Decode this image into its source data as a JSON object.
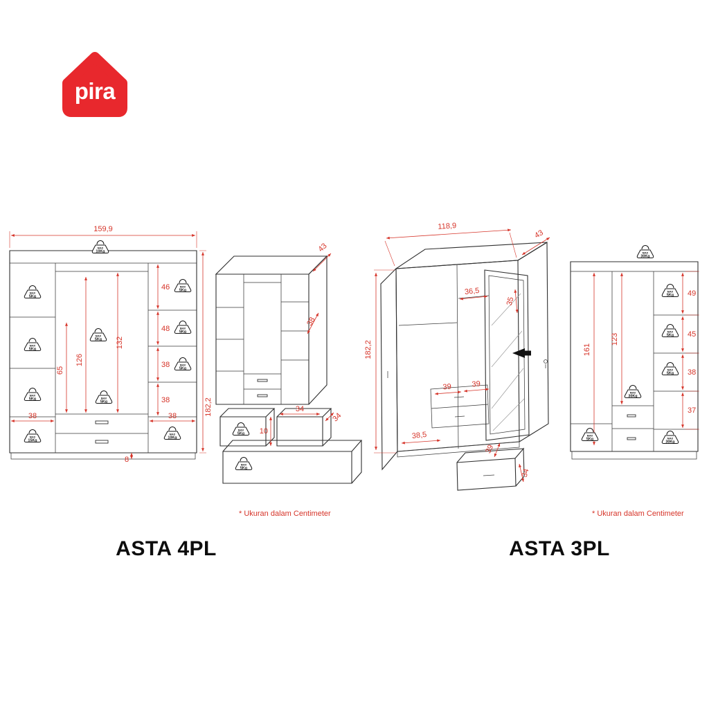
{
  "logo": {
    "label": "pira"
  },
  "colors": {
    "accent": "#e8282d",
    "dimension": "#d63429",
    "line": "#2e2e2e"
  },
  "max_label": "MAX",
  "note": "* Ukuran dalam Centimeter",
  "asta4pl": {
    "title": "ASTA 4PL",
    "front": {
      "width": "159,9",
      "height": "182,2",
      "base": "8",
      "right": [
        "46",
        "48",
        "38",
        "38"
      ],
      "center": {
        "full": "132",
        "mid": "126",
        "low": "65"
      },
      "bottom_left": "38",
      "bottom_right": "38",
      "weights": {
        "top": "10Kg",
        "l1": "5Kg",
        "l2": "5Kg",
        "l3": "5Kg",
        "l4": "15Kg",
        "c1": "5Kg",
        "c2": "5Kg",
        "r1": "5Kg",
        "r2": "5Kg",
        "r3": "5Kg",
        "r4": "10Kg"
      }
    },
    "iso": {
      "depth": "43",
      "shelf": "38"
    },
    "drawer": {
      "height": "10",
      "width": "34",
      "depth": "34",
      "weights": {
        "w1": "5Kg",
        "w2": "5Kg"
      }
    }
  },
  "asta3pl": {
    "title": "ASTA 3PL",
    "iso": {
      "width": "118,9",
      "depth": "43",
      "height": "182,2",
      "top_shelf": "36,5",
      "door": "35",
      "d1": "39",
      "d2": "39",
      "bottom": "38,5",
      "pull_depth": "39",
      "pull_height": "34"
    },
    "front": {
      "right": [
        "49",
        "45",
        "38",
        "37"
      ],
      "full": "161",
      "inner": "123",
      "weights": {
        "top": "30Kg",
        "r1": "5Kg",
        "r2": "5Kg",
        "r3": "5Kg",
        "mid": "30Kg",
        "bl": "5Kg",
        "br": "30Kg"
      }
    }
  }
}
